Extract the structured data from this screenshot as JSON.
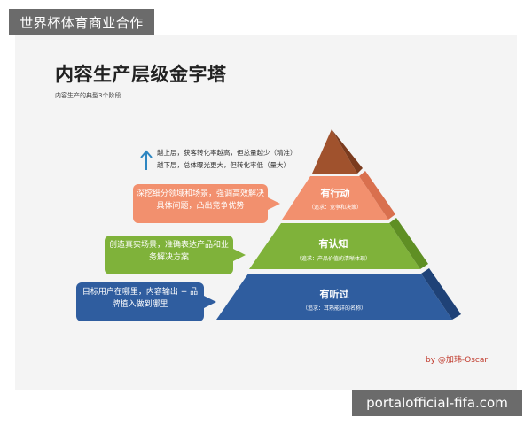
{
  "watermarks": {
    "top": "世界杯体育商业合作",
    "bottom": "portalofficial-fifa.com"
  },
  "diagram": {
    "title": "内容生产层级金字塔",
    "subtitle": "内容生产的典型3个阶段",
    "legend": {
      "line1": "越上层，获客转化率越高，但总量越少（精准）",
      "line2": "越下层，总体曝光更大，但转化率低（量大）",
      "arrow_color": "#2e86c1"
    },
    "levels": [
      {
        "name": "有行动",
        "note": "（追求：竞争和决策）",
        "color": "#f2906e"
      },
      {
        "name": "有认知",
        "note": "（追求：产品价值的清晰体现）",
        "color": "#7fb23a"
      },
      {
        "name": "有听过",
        "note": "（追求：耳熟能详的名称）",
        "color": "#2f5d9f"
      }
    ],
    "apex_color": "#a0522d",
    "callouts": [
      {
        "text": "深挖细分领域和场景，强调高效解决具体问题，凸出竞争优势"
      },
      {
        "text": "创造真实场景，准确表达产品和业务解决方案"
      },
      {
        "text": "目标用户在哪里，内容输出 + 品牌植入做到哪里"
      }
    ],
    "credit": "by @加玮-Oscar"
  }
}
